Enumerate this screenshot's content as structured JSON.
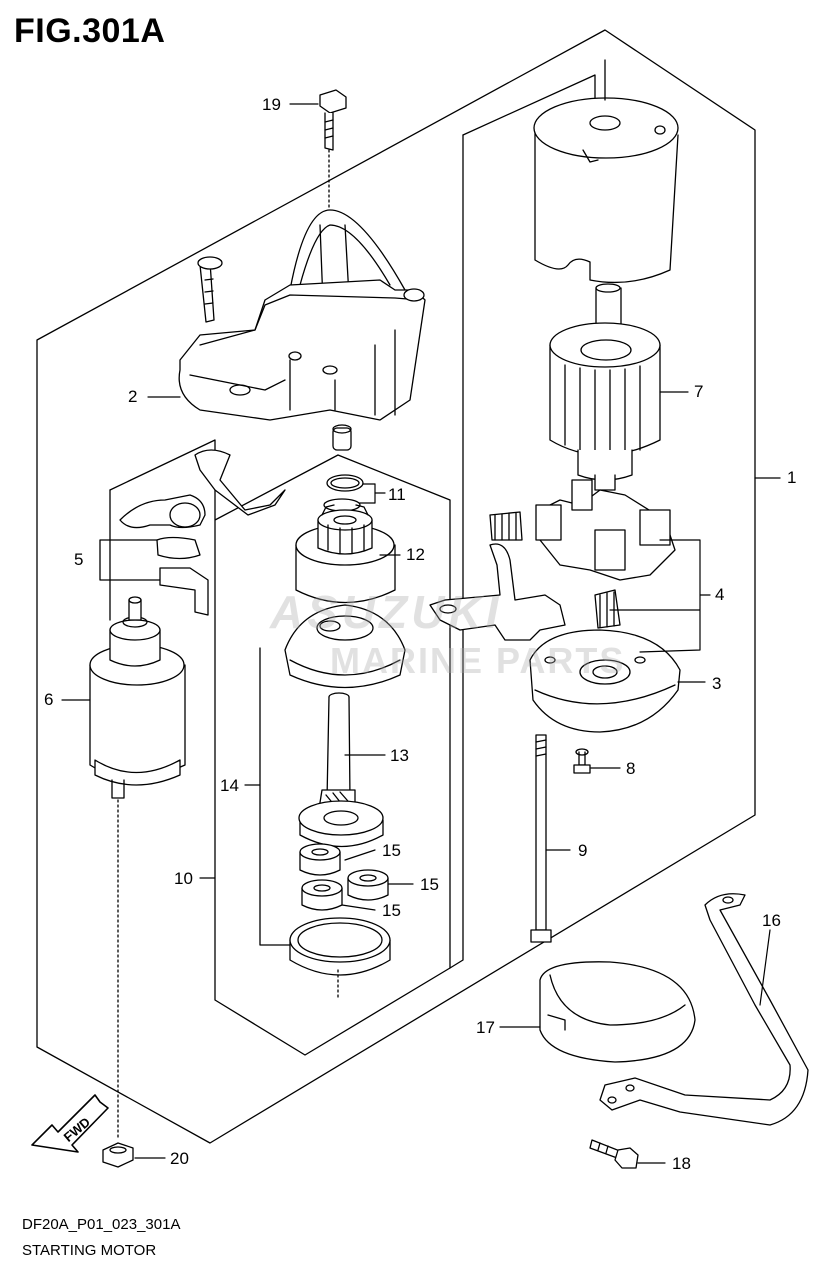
{
  "figure": {
    "title": "FIG.301A",
    "code": "DF20A_P01_023_301A",
    "subtitle": "STARTING MOTOR",
    "direction_label": "FWD",
    "watermark_top": "ASUZUKI",
    "watermark_bottom": "MARINE PARTS"
  },
  "callouts": {
    "c1": "1",
    "c2": "2",
    "c3": "3",
    "c4": "4",
    "c5": "5",
    "c6": "6",
    "c7": "7",
    "c8": "8",
    "c9": "9",
    "c10": "10",
    "c11": "11",
    "c12": "12",
    "c13": "13",
    "c14": "14",
    "c15a": "15",
    "c15b": "15",
    "c15c": "15",
    "c16": "16",
    "c17": "17",
    "c18": "18",
    "c19": "19",
    "c20": "20"
  },
  "icons": [
    "bolt-icon",
    "arrow-fwd-icon"
  ],
  "colors": {
    "ink": "#000000",
    "background": "#ffffff",
    "watermark": "#aaaaaa"
  }
}
